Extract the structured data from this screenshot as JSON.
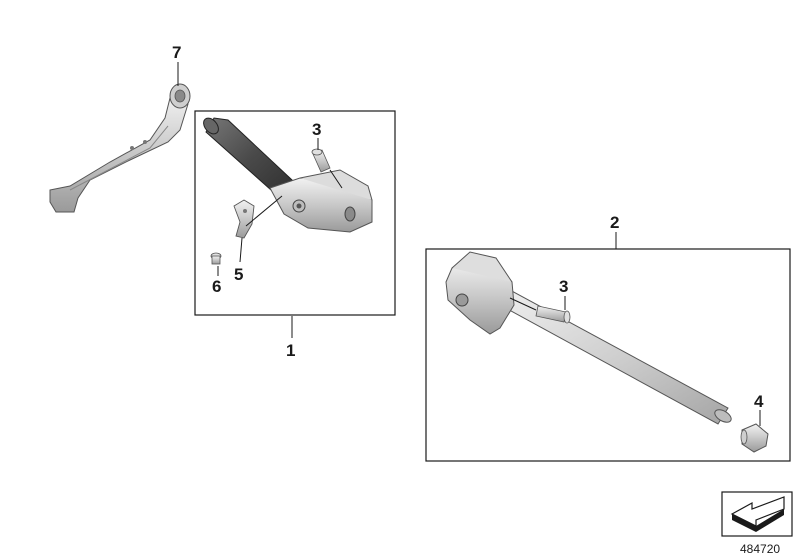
{
  "callouts": {
    "c1": "1",
    "c2": "2",
    "c3a": "3",
    "c3b": "3",
    "c4": "4",
    "c5": "5",
    "c6": "6",
    "c7": "7"
  },
  "document_number": "484720",
  "icons": {
    "corner_badge": "arrow-down-left-icon"
  },
  "colors": {
    "line": "#1a1a1a",
    "metal_light": "#e6e6e6",
    "metal_mid": "#bdbdbd",
    "metal_dark": "#8a8a8a",
    "grip": "#555555"
  }
}
